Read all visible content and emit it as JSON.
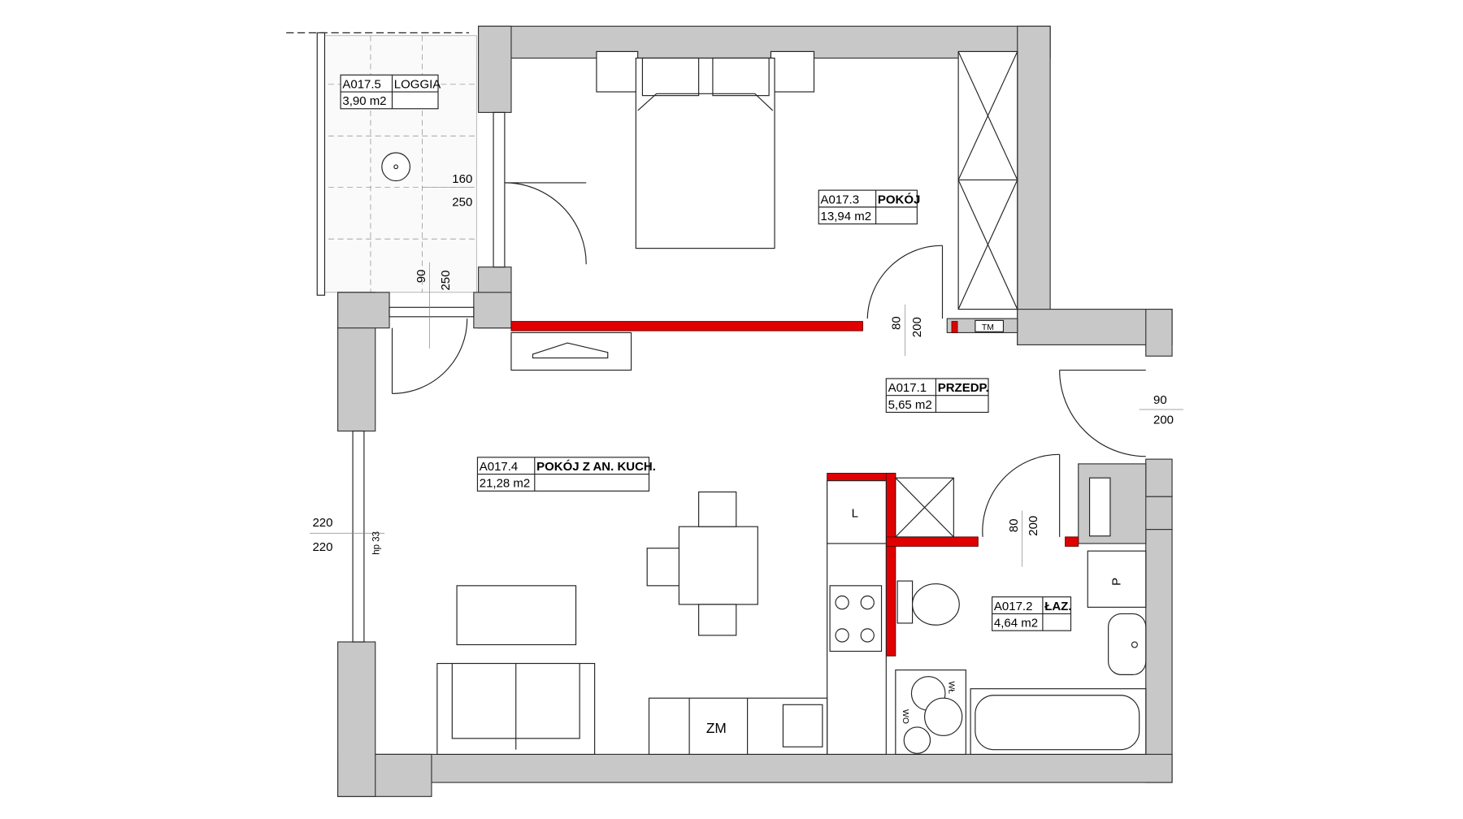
{
  "rooms": [
    {
      "id": "A017.5",
      "name": "LOGGIA",
      "area": "3,90 m2"
    },
    {
      "id": "A017.3",
      "name": "POKÓJ",
      "area": "13,94 m2"
    },
    {
      "id": "A017.1",
      "name": "PRZEDP.",
      "area": "5,65 m2"
    },
    {
      "id": "A017.4",
      "name": "POKÓJ Z AN. KUCH.",
      "area": "21,28 m2"
    },
    {
      "id": "A017.2",
      "name": "ŁAZ.",
      "area": "4,64 m2"
    }
  ],
  "dimensions": {
    "loggia_window_top": "160",
    "loggia_window_bottom": "250",
    "loggia_door_width": "90",
    "loggia_door_height": "250",
    "bedroom_door_width": "80",
    "bedroom_door_height": "200",
    "entry_door_width": "90",
    "entry_door_height": "200",
    "bath_door_width": "80",
    "bath_door_height": "200",
    "living_window_top": "220",
    "living_window_bottom": "220"
  },
  "fixtures": {
    "tm": "TM",
    "fridge": "L",
    "wardrobe": "ZM",
    "dryer": "P",
    "wl": "WŁ",
    "wo": "WO",
    "np": "hp 33"
  },
  "colors": {
    "wall": "#c8c8c8",
    "new_wall": "#e00000"
  }
}
